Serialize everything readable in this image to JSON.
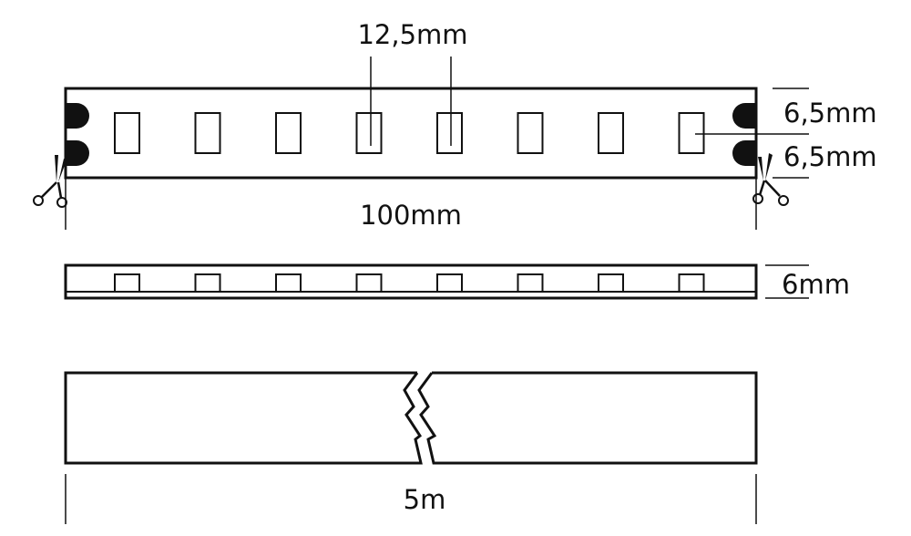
{
  "dimensions": {
    "led_pitch": "12,5mm",
    "pad_top": "6,5mm",
    "pad_bottom": "6,5mm",
    "segment_length": "100mm",
    "height": "6mm",
    "reel_length": "5m"
  },
  "views": {
    "top_view_led_count": 8,
    "side_view_led_count": 8
  },
  "icons": {
    "cut_mark": "scissors-icon",
    "solder_pad": "solder-pad-icon",
    "break_mark": "zigzag-break-icon"
  },
  "colors": {
    "line": "#111111",
    "background": "#ffffff"
  }
}
